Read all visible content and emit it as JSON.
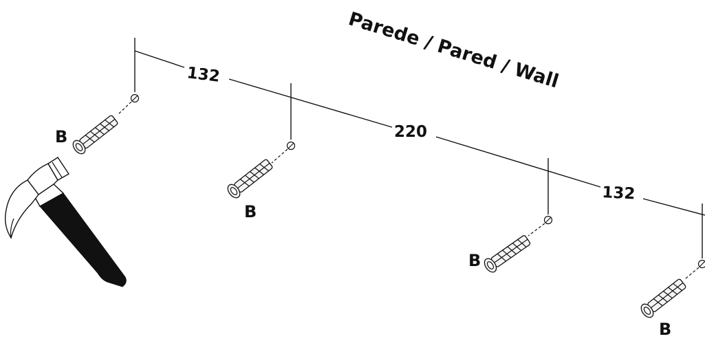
{
  "wall_label": "Parede / Pared / Wall",
  "dimensions": [
    "132",
    "220",
    "132"
  ],
  "part_label": "B",
  "icons": [
    "hammer-icon",
    "wall-anchor-icon"
  ],
  "colors": {
    "ink": "#111111",
    "background": "#ffffff"
  }
}
